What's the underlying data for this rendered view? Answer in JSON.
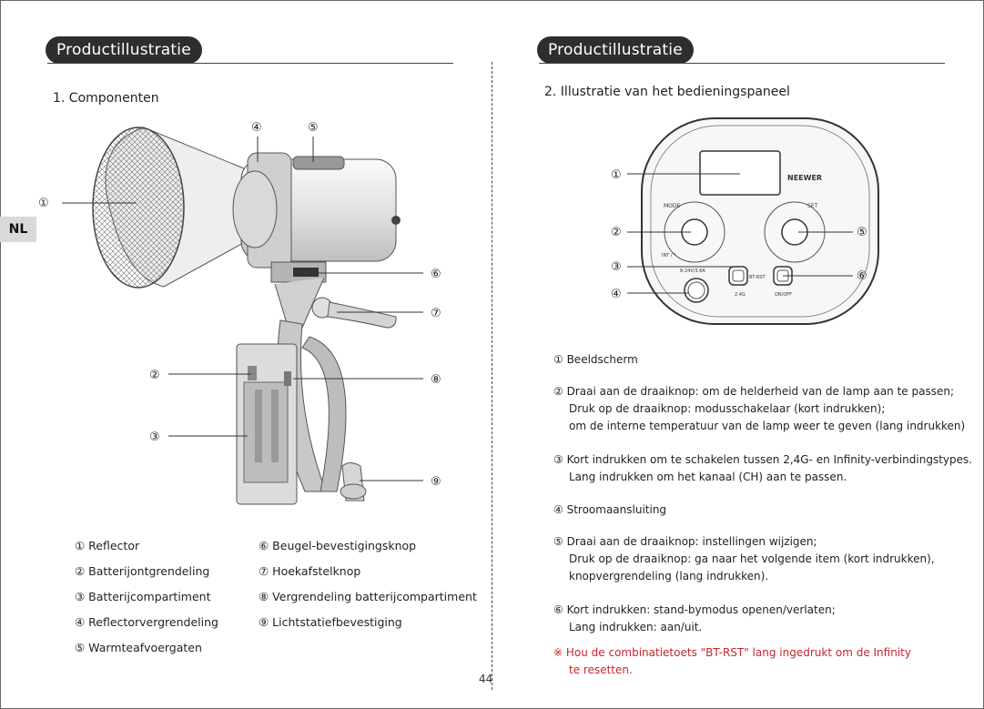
{
  "left": {
    "section_title": "Productillustratie",
    "heading": "1. Componenten",
    "side_tab": "NL",
    "callouts": [
      "①",
      "②",
      "③",
      "④",
      "⑤",
      "⑥",
      "⑦",
      "⑧",
      "⑨"
    ],
    "legend": [
      "① Reflector",
      "② Batterijontgrendeling",
      "③ Batterijcompartiment",
      "④ Reflectorvergrendeling",
      "⑤ Warmteafvoergaten",
      "⑥ Beugel-bevestigingsknop",
      "⑦ Hoekafstelknop",
      "⑧ Vergrendeling batterijcompartiment",
      "⑨ Lichtstatiefbevestiging"
    ]
  },
  "right": {
    "section_title": "Productillustratie",
    "heading": "2. Illustratie van het bedieningspaneel",
    "callouts": [
      "①",
      "②",
      "③",
      "④",
      "⑤",
      "⑥"
    ],
    "panel": {
      "brand": "NEEWER",
      "mode_label": "MODE",
      "set_label": "SET",
      "power_label": "8-24V/3.6A",
      "bt_label": "BT-RST",
      "mode_bottom": "INT / °",
      "btn_bottom_left": "2.4G",
      "btn_bottom_right": "ON/OFF"
    },
    "descriptions": [
      {
        "lines": [
          "① Beeldscherm"
        ]
      },
      {
        "lines": [
          "② Draai aan de draaiknop: om de helderheid van de lamp aan te passen;",
          "Druk op de draaiknop: modusschakelaar (kort indrukken);",
          "om de interne temperatuur van de lamp weer te geven (lang indrukken)"
        ]
      },
      {
        "lines": [
          "③ Kort indrukken om te schakelen tussen 2,4G- en Infinity-verbindingstypes.",
          "Lang indrukken om het kanaal (CH) aan te passen."
        ]
      },
      {
        "lines": [
          "④ Stroomaansluiting"
        ]
      },
      {
        "lines": [
          "⑤ Draai aan de draaiknop: instellingen wijzigen;",
          "Druk op de draaiknop: ga naar het volgende item (kort indrukken),",
          "knopvergrendeling (lang indrukken)."
        ]
      },
      {
        "lines": [
          "⑥ Kort indrukken: stand-bymodus openen/verlaten;",
          "Lang indrukken: aan/uit."
        ]
      }
    ],
    "note": [
      "※  Hou de combinatietoets \"BT-RST\" lang ingedrukt om de Infinity",
      "te resetten."
    ]
  },
  "page_number": "44",
  "colors": {
    "pill": "#2e2e2e",
    "note": "#c4262e",
    "tab": "#d9d9d9"
  }
}
